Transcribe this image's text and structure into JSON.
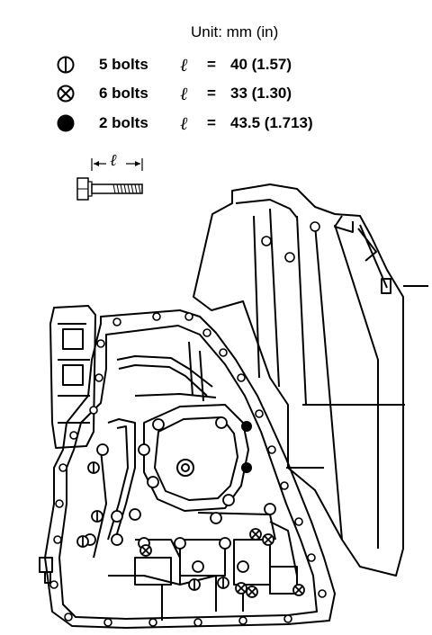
{
  "header": {
    "unit_label": "Unit: mm (in)"
  },
  "legend": [
    {
      "icon": "circle-with-line",
      "count": "5 bolts",
      "ell": "ℓ",
      "eq": "=",
      "value": "40 (1.57)"
    },
    {
      "icon": "circle-with-x",
      "count": "6 bolts",
      "ell": "ℓ",
      "eq": "=",
      "value": "33 (1.30)"
    },
    {
      "icon": "filled-circle",
      "count": "2 bolts",
      "ell": "ℓ",
      "eq": "=",
      "value": "43.5 (1.713)"
    }
  ],
  "bolt_dimension": {
    "label": "ℓ"
  }
}
